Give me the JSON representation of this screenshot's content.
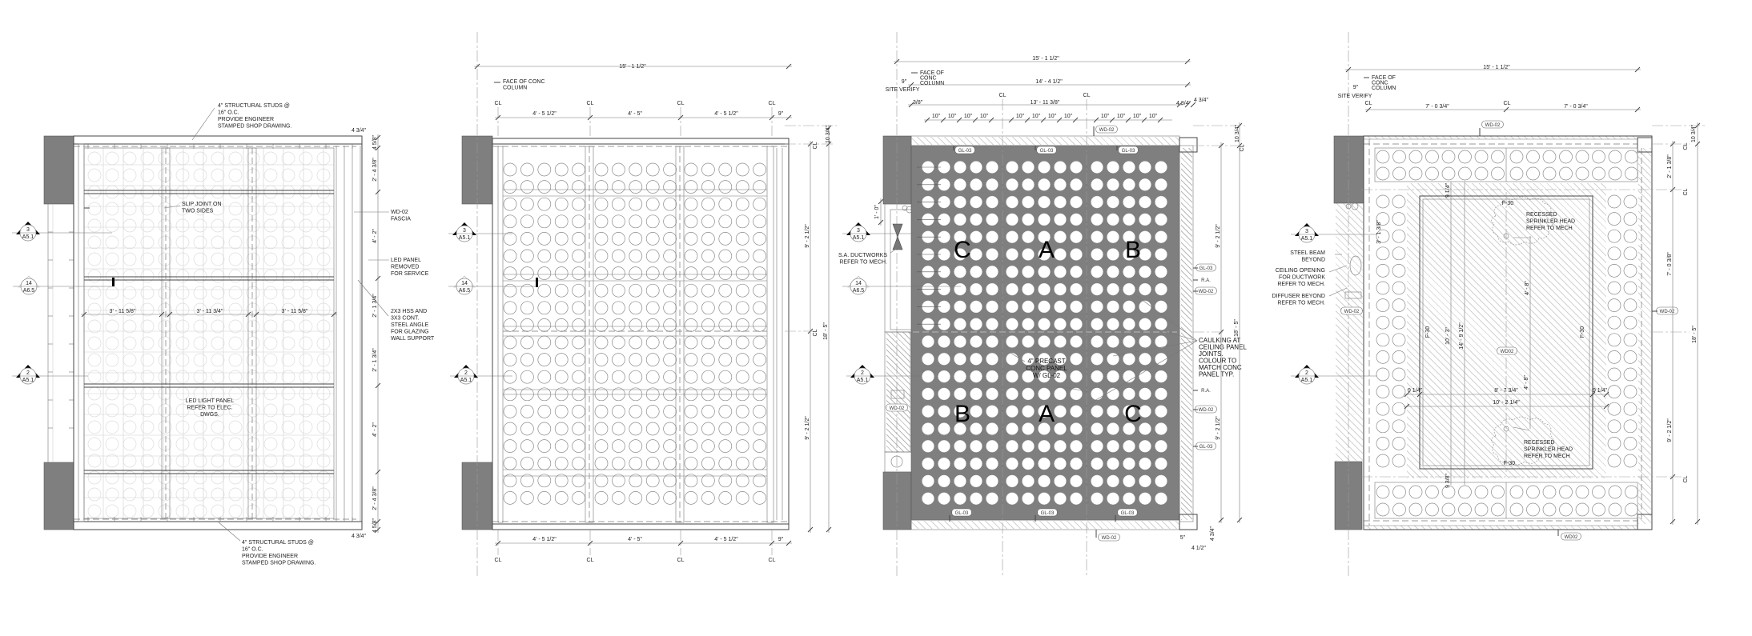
{
  "plan1": {
    "studs_note_top": [
      "4\" STRUCTURAL STUDS @",
      "16\" O.C.",
      "PROVIDE ENGINEER",
      "STAMPED SHOP DRAWING."
    ],
    "slip_joint_note": [
      "SLIP JOINT ON",
      "TWO SIDES"
    ],
    "fascia_note": [
      "WD-02",
      "FASCIA"
    ],
    "led_removed_note": [
      "LED PANEL",
      "REMOVED",
      "FOR SERVICE"
    ],
    "hss_note": [
      "2X3 HSS AND",
      "3X3 CONT.",
      "STEEL ANGLE",
      "FOR GLAZING",
      "WALL SUPPORT"
    ],
    "led_light_note": [
      "LED LIGHT PANEL",
      "REFER TO ELEC.",
      "DWGS."
    ],
    "studs_note_bottom": [
      "4\" STRUCTURAL STUDS @",
      "16\" O.C.",
      "PROVIDE ENGINEER",
      "STAMPED SHOP DRAWING."
    ],
    "span_dims": [
      "3' - 11 5/8\"",
      "3' - 11 3/4\"",
      "3' - 11 5/8\""
    ],
    "right_dims": [
      "4 5/8\"",
      "2' - 4 3/8\"",
      "4' - 2\"",
      "2' - 1 3/4\"",
      "2' - 1 3/4\"",
      "4' - 2\"",
      "2' - 4 3/8\"",
      "4 5/8\""
    ],
    "corner_dim_top": "4 3/4\"",
    "corner_dim_bottom": "4 3/4\"",
    "section_markers": [
      {
        "num": "3",
        "sheet": "A5.1"
      },
      {
        "num": "14",
        "sheet": "A6.5"
      },
      {
        "num": "2",
        "sheet": "A5.1"
      }
    ]
  },
  "plan2": {
    "overall_dim": "15' - 1 1/2\"",
    "face_note": [
      "FACE OF CONC",
      "COLUMN"
    ],
    "cl_labels": [
      "CL",
      "CL",
      "CL",
      "CL"
    ],
    "top_dims": [
      "4' - 5 1/2\"",
      "4' - 5\"",
      "4' - 5 1/2\"",
      "9\""
    ],
    "bottom_dims": [
      "4' - 5 1/2\"",
      "4' - 5\"",
      "4' - 5 1/2\"",
      "9\""
    ],
    "bottom_cl_labels": [
      "CL",
      "CL",
      "CL",
      "CL"
    ],
    "right_dims": [
      "10 3/4\"",
      "CL",
      "9' - 2 1/2\"",
      "18' - 5\"",
      "CL",
      "9' - 2 1/2\""
    ],
    "section_markers": [
      {
        "num": "3",
        "sheet": "A5.1"
      },
      {
        "num": "14",
        "sheet": "A6.5"
      },
      {
        "num": "2",
        "sheet": "A5.1"
      }
    ]
  },
  "plan3": {
    "overall_dim": "15' - 1 1/2\"",
    "face_note": [
      "FACE OF",
      "CONC",
      "COLUMN"
    ],
    "site_dim": "9\"",
    "site_verify": "SITE VERIFY",
    "inner_dim": "14' - 4 1/2\"",
    "cl_labels": [
      "CL",
      "CL"
    ],
    "left_offset": "3/8\"",
    "panel_dim": "13' - 11 3/8\"",
    "corner_dims": [
      "4 3/4\"",
      "4 3/4\""
    ],
    "ten_dims": [
      "10\"",
      "10\"",
      "10\"",
      "10\"",
      "10\"",
      "10\"",
      "10\"",
      "10\"",
      "10\"",
      "10\"",
      "10\"",
      "10\""
    ],
    "top_tag": "WD-02",
    "top_gl_tags": [
      "GL-03",
      "GL-03",
      "GL-03"
    ],
    "bottom_gl_tags": [
      "GL-03",
      "GL-03",
      "GL-03"
    ],
    "bottom_tag": "WD-02",
    "right_tags": [
      "GL-03",
      "R.A.",
      "WD-02",
      "R.A.",
      "WD-02",
      "GL-03"
    ],
    "left_tags": [
      "WD-02"
    ],
    "duct_note": [
      "S.A. DUCTWORKS",
      "REFER TO MECH."
    ],
    "precast_note": [
      "4\" PRECAST",
      "CONC PANEL",
      "W/ GL-02"
    ],
    "caulking_note": [
      "CAULKING AT",
      "CEILING PANEL",
      "JOINTS.",
      "COLOUR TO",
      "MATCH CONC",
      "PANEL TYP."
    ],
    "panel_letters_top": [
      "C",
      "A",
      "B"
    ],
    "panel_letters_bottom": [
      "B",
      "A",
      "C"
    ],
    "right_dims": [
      "10 3/4\"",
      "CL",
      "9' - 2 1/2\"",
      "18' - 5\"",
      "9' - 2 1/2\""
    ],
    "bottom_dims": [
      "5\"",
      "4 1/2\"",
      "4 3/4\""
    ],
    "duct_dim": "1' - 0\"",
    "section_markers": [
      {
        "num": "3",
        "sheet": "A5.1"
      },
      {
        "num": "14",
        "sheet": "A6.5"
      },
      {
        "num": "2",
        "sheet": "A5.1"
      }
    ]
  },
  "plan4": {
    "overall_dim": "15' - 1 1/2\"",
    "face_note": [
      "FACE OF",
      "CONC",
      "COLUMN"
    ],
    "site_dim": "9\"",
    "site_verify": "SITE VERIFY",
    "cl_labels": [
      "CL",
      "CL"
    ],
    "half_dims": [
      "7' - 0 3/4\"",
      "7' - 0 3/4\""
    ],
    "top_tag": "WD-02",
    "f30_labels": [
      "F-30",
      "F-30",
      "F-30",
      "F-30"
    ],
    "sprinkler_note_top": [
      "RECESSED",
      "SPRINKLER HEAD",
      "REFER TO MECH"
    ],
    "sprinkler_note_bottom": [
      "RECESSED",
      "SPRINKLER HEAD",
      "REFER TO MECH"
    ],
    "steel_beam_note": [
      "STEEL BEAM",
      "BEYOND"
    ],
    "ceiling_opening_note": [
      "CEILING OPENING",
      "FOR DUCTWORK",
      "REFER TO MECH."
    ],
    "diffuser_note": [
      "DIFFUSER  BEYOND",
      "REFER TO MECH."
    ],
    "wd_tags": [
      "WD-02",
      "WD-02",
      "WD02",
      "WD02"
    ],
    "inner_dims": [
      "9 1/4\"",
      "8' - 7 3/4\"",
      "9 1/4\"",
      "10' - 2 1/4\""
    ],
    "vertical_dims": [
      "4' - 8\"",
      "4' - 8\"",
      "10' - 3\"",
      "14' - 9 1/2\"",
      "3' - 1 3/8\"",
      "9 1/4\"",
      "9 3/8\""
    ],
    "right_dims": [
      "10 3/4\"",
      "2' - 1 3/8\"",
      "7' - 0 3/8\"",
      "18' - 5\"",
      "9' - 2 1/2\""
    ],
    "right_cl_labels": [
      "CL",
      "CL",
      "CL"
    ],
    "section_markers": [
      {
        "num": "3",
        "sheet": "A5.1"
      },
      {
        "num": "2",
        "sheet": "A5.1"
      }
    ]
  }
}
